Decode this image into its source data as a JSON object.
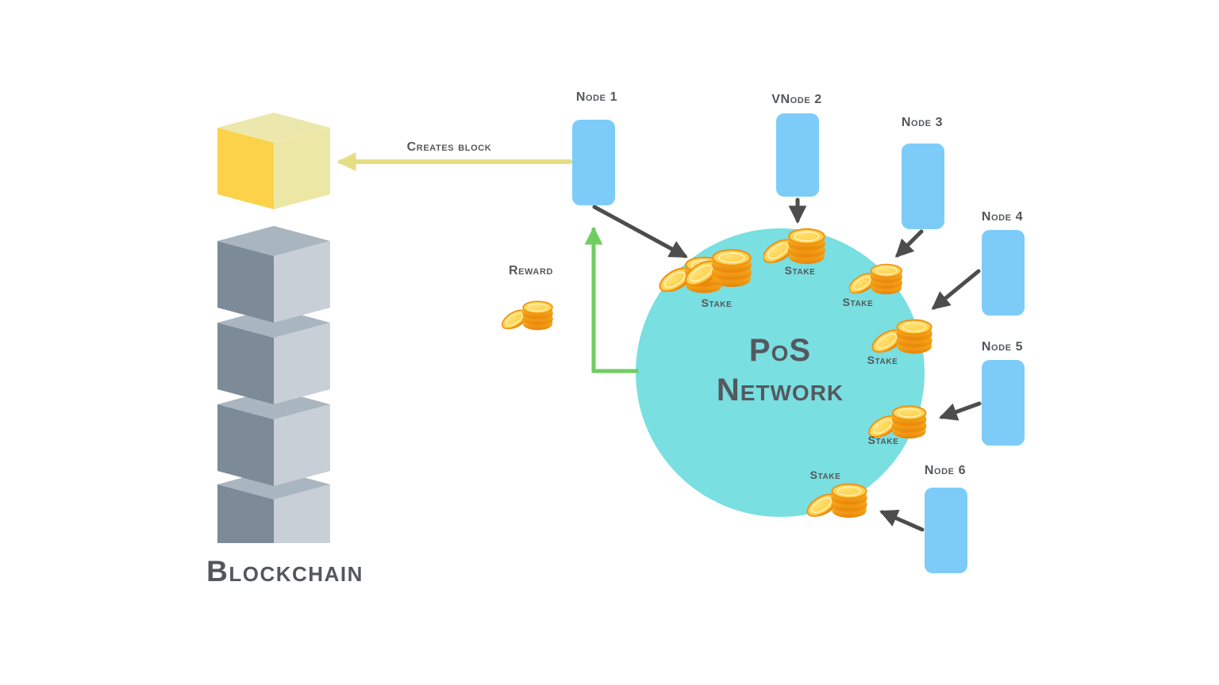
{
  "diagram": {
    "blockchain": {
      "label": "Blockchain",
      "blocks": [
        {
          "name": "new block",
          "highlighted": true
        },
        {
          "name": "block",
          "highlighted": false
        },
        {
          "name": "block",
          "highlighted": false
        },
        {
          "name": "block",
          "highlighted": false
        },
        {
          "name": "block",
          "highlighted": false
        }
      ]
    },
    "network": {
      "title_line1": "PoS",
      "title_line2": "Network"
    },
    "nodes": [
      {
        "label": "Node 1"
      },
      {
        "label": "VNode 2"
      },
      {
        "label": "Node 3"
      },
      {
        "label": "Node 4"
      },
      {
        "label": "Node 5"
      },
      {
        "label": "Node 6"
      }
    ],
    "stakes": [
      {
        "label": "Stake"
      },
      {
        "label": "Stake"
      },
      {
        "label": "Stake"
      },
      {
        "label": "Stake"
      },
      {
        "label": "Stake"
      },
      {
        "label": "Stake"
      }
    ],
    "annotations": {
      "creates_block": "Creates block",
      "reward": "Reward"
    },
    "colors": {
      "network_circle": "#79DFE0",
      "node": "#7DCCF8",
      "new_block": "#FCD24A",
      "block_left": "#7D8B98",
      "block_top": "#A9B5BF",
      "block_right": "#C8CFD6",
      "coin_gold": "#FFC933",
      "coin_rim": "#F29111",
      "arrow_stake": "#4D4D4D",
      "arrow_reward": "#6FCE60",
      "arrow_creates_block": "#E5DE85",
      "text": "#54575B"
    }
  }
}
